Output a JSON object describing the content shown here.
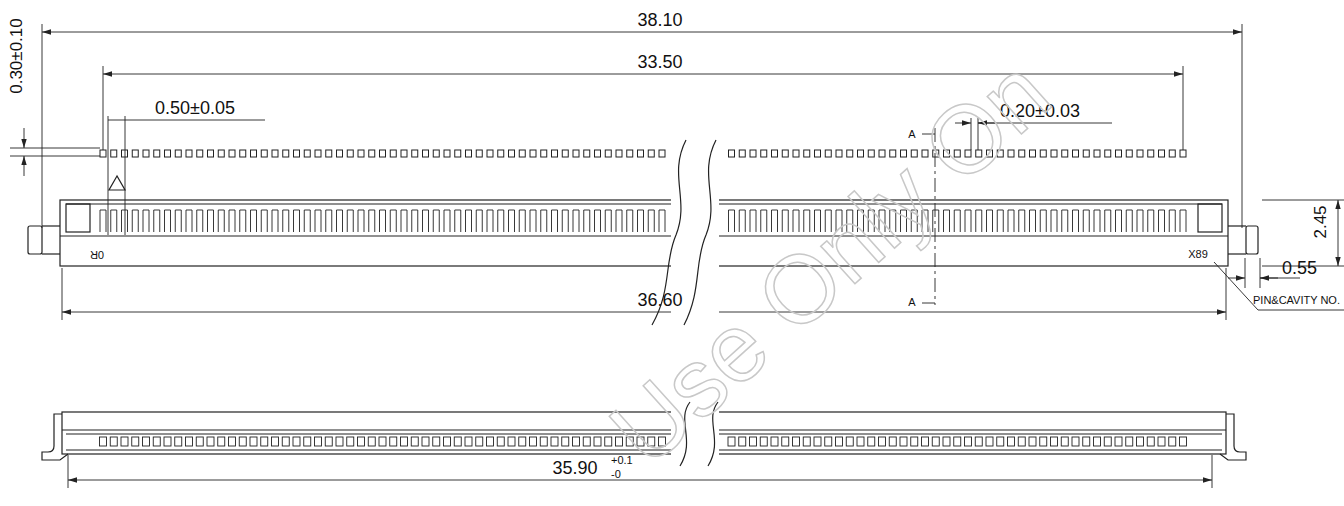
{
  "diagram": {
    "labels": [
      "38.10",
      "33.50",
      "0.30±0.10",
      "0.50±0.05",
      "0.20±0.03",
      "A",
      "2.45",
      "0R",
      "X89",
      "0.55",
      "A",
      "PIN&CAVITY NO.",
      "36.60",
      "35.90",
      "+0.1",
      "-0",
      "Use Only On"
    ]
  }
}
